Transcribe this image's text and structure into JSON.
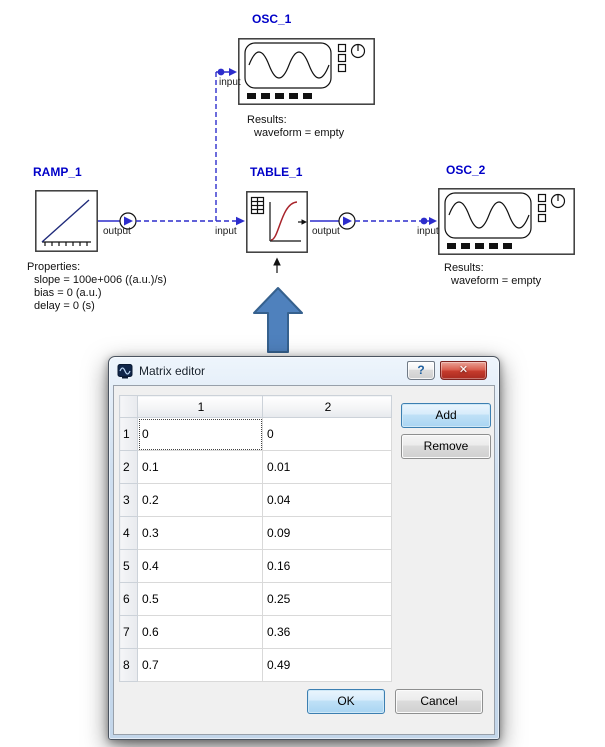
{
  "diagram": {
    "osc1": {
      "label": "OSC_1",
      "input_label": "input",
      "results_title": "Results:",
      "results_value": "waveform = empty"
    },
    "ramp1": {
      "label": "RAMP_1",
      "output_label": "output",
      "properties_title": "Properties:",
      "properties": [
        "slope = 100e+006 ((a.u.)/s)",
        "bias = 0 (a.u.)",
        "delay = 0 (s)"
      ]
    },
    "table1": {
      "label": "TABLE_1",
      "input_label": "input",
      "output_label": "output"
    },
    "osc2": {
      "label": "OSC_2",
      "input_label": "input",
      "results_title": "Results:",
      "results_value": "waveform = empty"
    },
    "colors": {
      "wire": "#2d2dcc",
      "component_label": "#0000c8",
      "arrow_fill": "#4f81bd",
      "arrow_stroke": "#36618e"
    }
  },
  "dialog": {
    "title": "Matrix editor",
    "titlebar": {
      "help_label": "?",
      "close_label": "✕"
    },
    "table": {
      "column_headers": [
        "1",
        "2"
      ],
      "row_headers": [
        "1",
        "2",
        "3",
        "4",
        "5",
        "6",
        "7",
        "8"
      ],
      "rows": [
        [
          "0",
          "0"
        ],
        [
          "0.1",
          "0.01"
        ],
        [
          "0.2",
          "0.04"
        ],
        [
          "0.3",
          "0.09"
        ],
        [
          "0.4",
          "0.16"
        ],
        [
          "0.5",
          "0.25"
        ],
        [
          "0.6",
          "0.36"
        ],
        [
          "0.7",
          "0.49"
        ]
      ]
    },
    "buttons": {
      "add": "Add",
      "remove": "Remove",
      "ok": "OK",
      "cancel": "Cancel"
    }
  }
}
